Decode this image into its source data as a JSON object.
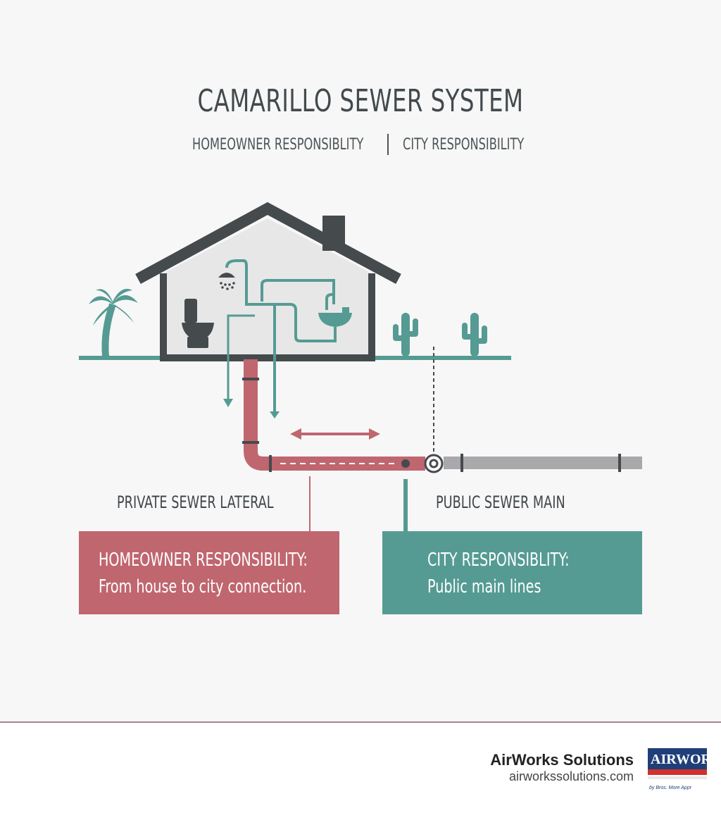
{
  "title": "CAMARILLO SEWER SYSTEM",
  "subtitle": {
    "homeowner": "HOMEOWNER RESPONSIBLITY",
    "city": "CITY RESPONSIBILITY"
  },
  "labels": {
    "private": "PRIVATE SEWER LATERAL",
    "public": "PUBLIC SEWER MAIN"
  },
  "boxes": {
    "homeowner": {
      "title": "HOMEOWNER RESPONSIBILITY:",
      "text": "From house to city connection."
    },
    "city": {
      "title": "CITY RESPONSIBLITY:",
      "text": "Public main lines"
    }
  },
  "footer": {
    "brand": "AirWorks Solutions",
    "url": "airworkssolutions.com",
    "logo_text": "AIRWORKS"
  },
  "colors": {
    "homeowner": "#c0666f",
    "city": "#559b93",
    "public_pipe": "#a9a9ab",
    "house_outline": "#454a4d"
  }
}
